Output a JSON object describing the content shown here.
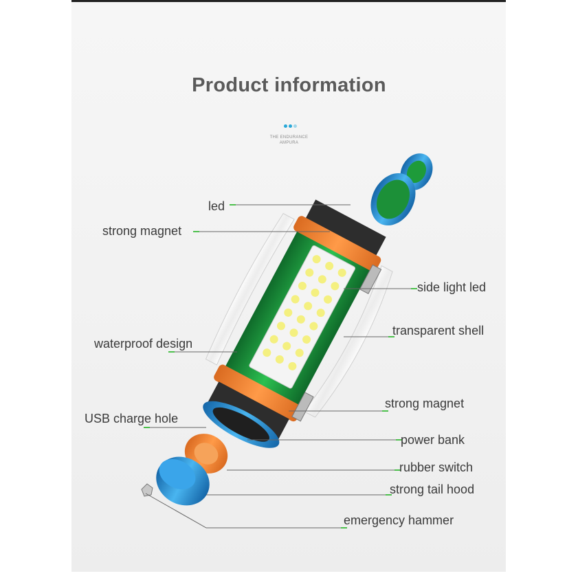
{
  "page": {
    "title": "Product information",
    "subtitle_line1": "THE ENDURANCE",
    "subtitle_line2": "AMPURA"
  },
  "colors": {
    "accent_green": "#4cc04c",
    "dot_blue": "#29a8d8",
    "body_orange": "#f2893a",
    "cap_blue": "#2a90d6",
    "pcb_green": "#1f9b3a",
    "leader_line": "#666666"
  },
  "labels": {
    "led": "led",
    "strong_magnet_top": "strong magnet",
    "side_light_led": "side light led",
    "transparent_shell": "transparent shell",
    "waterproof_design": "waterproof design",
    "strong_magnet_bottom": "strong magnet",
    "usb_charge_hole": "USB charge hole",
    "power_bank": "power bank",
    "rubber_switch": "rubber switch",
    "strong_tail_hood": "strong tail hood",
    "emergency_hammer": "emergency hammer"
  }
}
